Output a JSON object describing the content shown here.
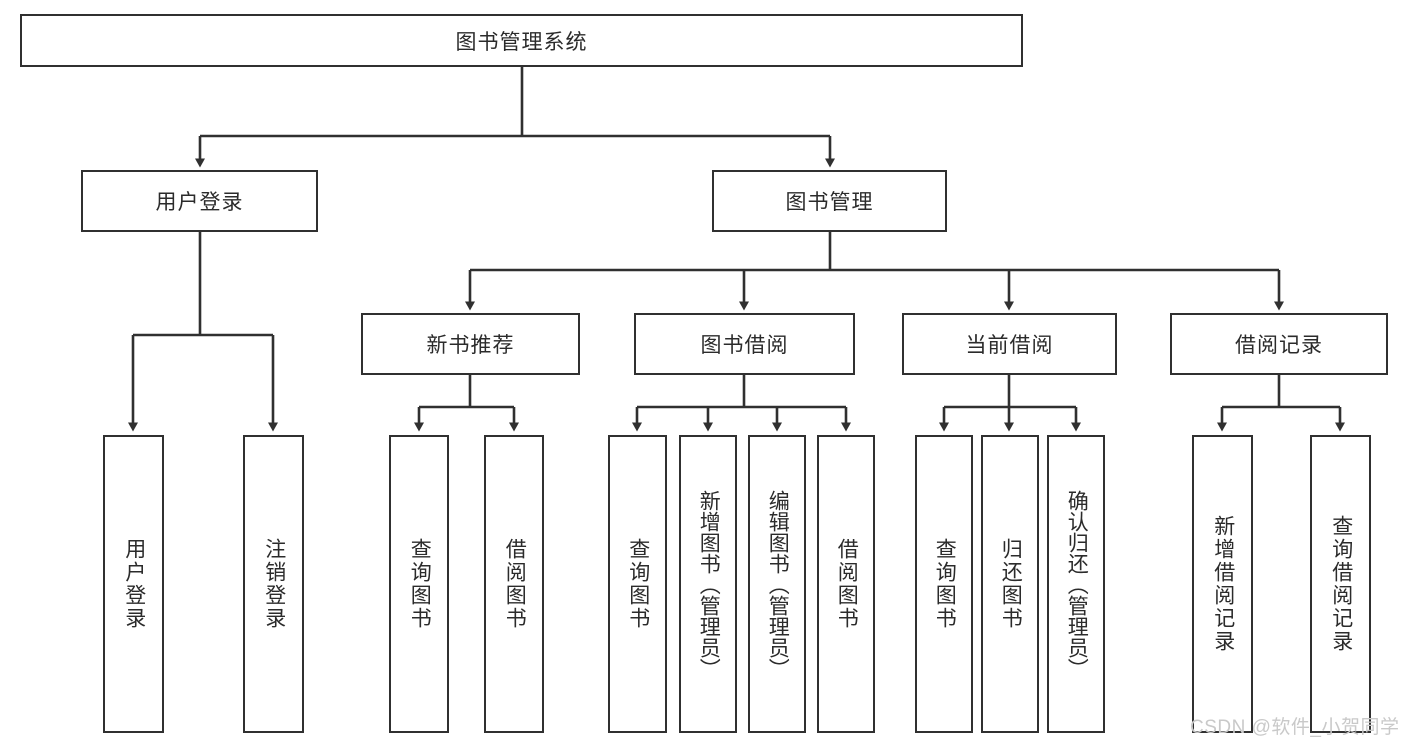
{
  "diagram": {
    "title": "图书管理系统",
    "type": "hierarchy-tree",
    "levels": 4,
    "colors": {
      "box_border": "#303030",
      "box_fill": "#ffffff",
      "connector": "#303030",
      "text": "#2b2b2b",
      "watermark": "#c9c9c9",
      "background": "#ffffff"
    },
    "root": {
      "label": "图书管理系统"
    },
    "level2": [
      {
        "label": "用户登录"
      },
      {
        "label": "图书管理"
      }
    ],
    "level3": [
      {
        "label": "新书推荐"
      },
      {
        "label": "图书借阅"
      },
      {
        "label": "当前借阅"
      },
      {
        "label": "借阅记录"
      }
    ],
    "leaves": {
      "user_login": [
        {
          "label": "用户登录"
        },
        {
          "label": "注销登录"
        }
      ],
      "new_book_recommend": [
        {
          "label": "查询图书"
        },
        {
          "label": "借阅图书"
        }
      ],
      "book_borrow": [
        {
          "label": "查询图书"
        },
        {
          "label": "新增图书（管理员）"
        },
        {
          "label": "编辑图书（管理员）"
        },
        {
          "label": "借阅图书"
        }
      ],
      "current_borrow": [
        {
          "label": "查询图书"
        },
        {
          "label": "归还图书"
        },
        {
          "label": "确认归还（管理员）"
        }
      ],
      "borrow_record": [
        {
          "label": "新增借阅记录"
        },
        {
          "label": "查询借阅记录"
        }
      ]
    }
  },
  "watermark": {
    "text": "CSDN @软件_小贺同学"
  }
}
